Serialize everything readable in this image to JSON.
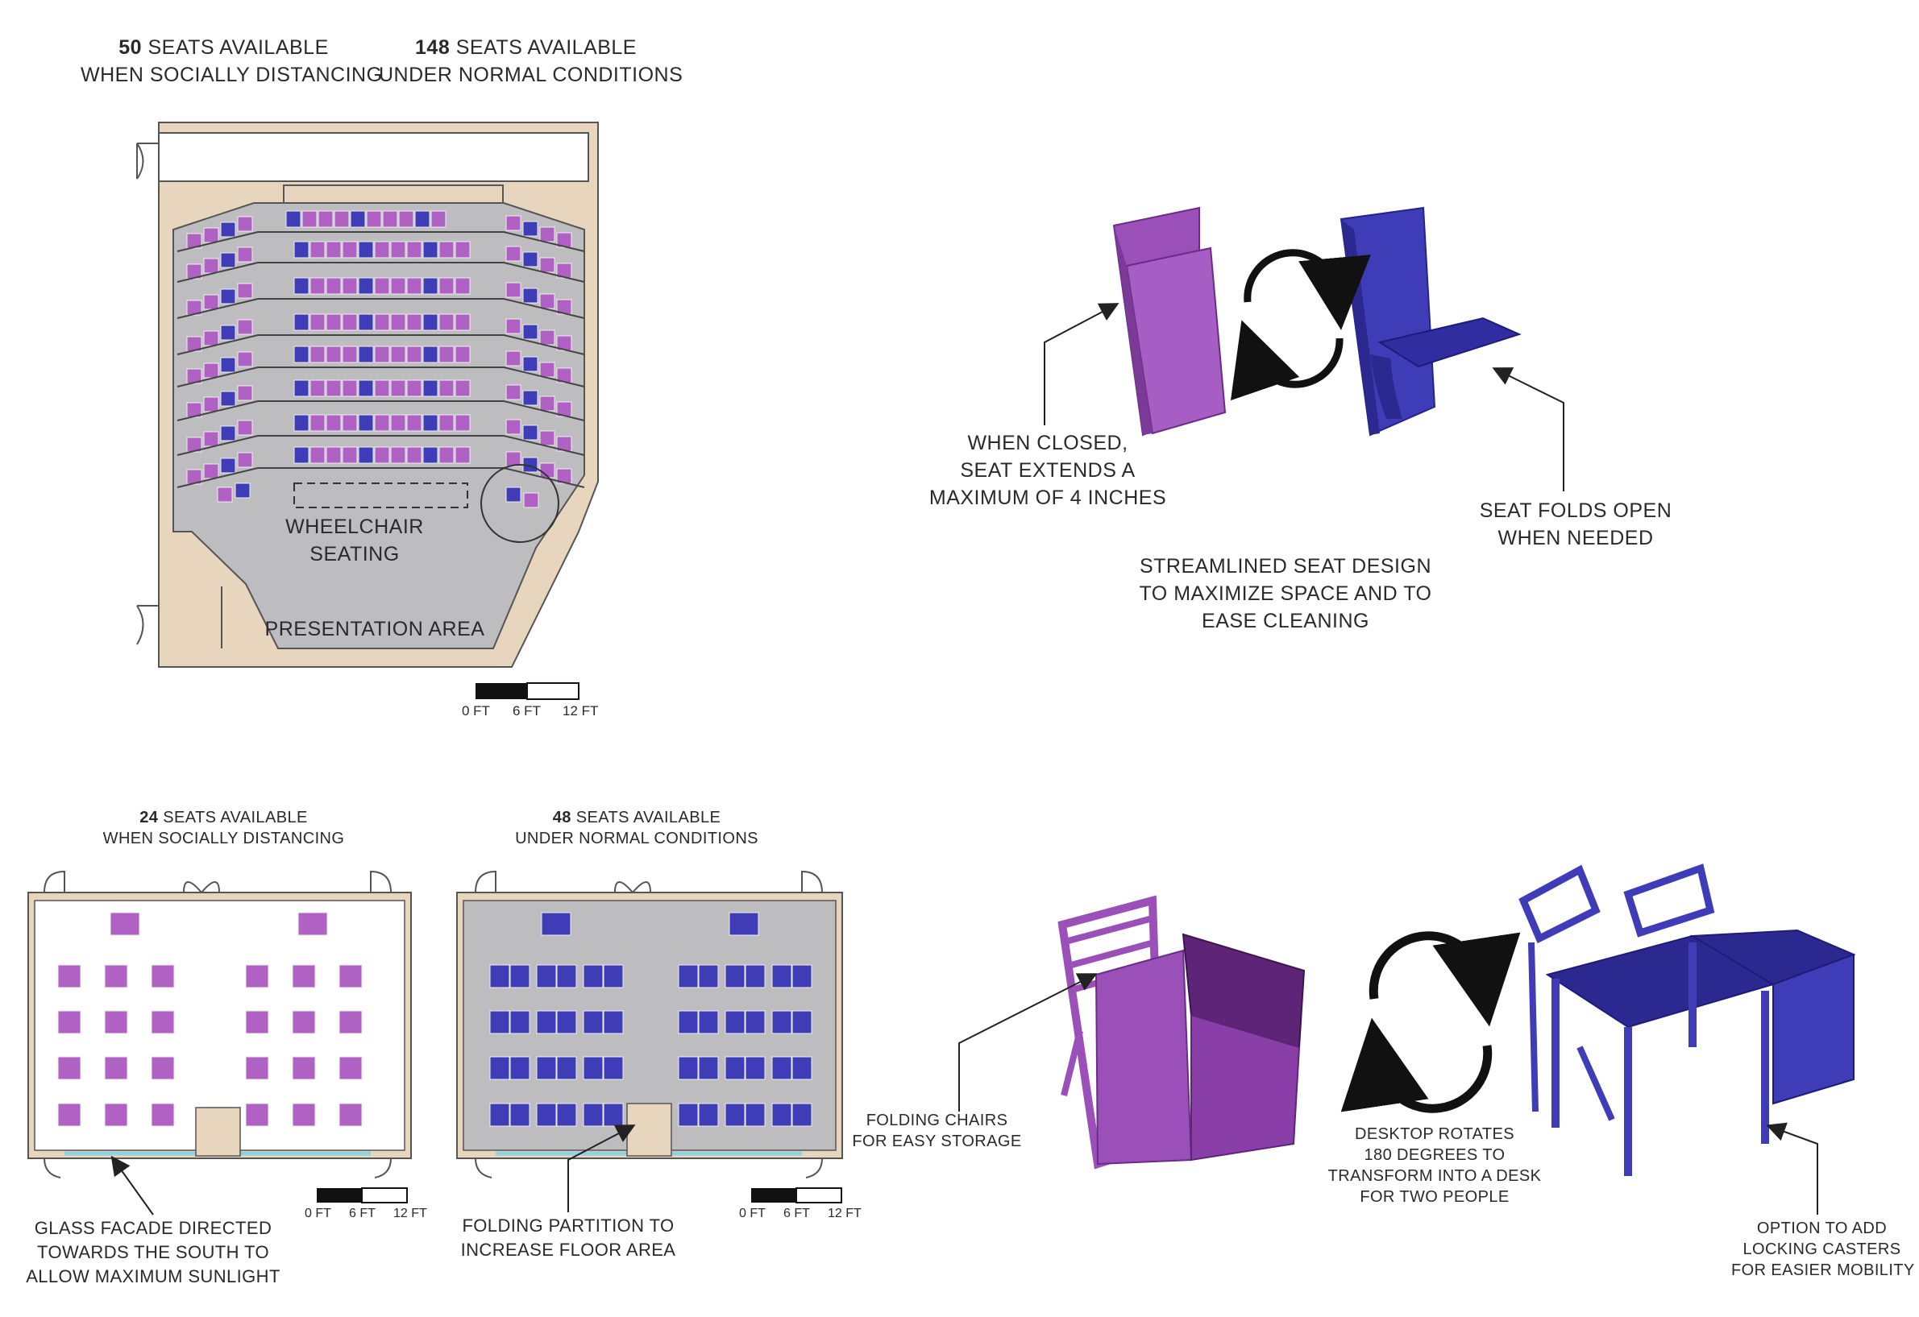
{
  "auditorium": {
    "social": {
      "count": "50",
      "text": " SEATS AVAILABLE",
      "line2": "WHEN SOCIALLY DISTANCING"
    },
    "normal": {
      "count": "148",
      "text": " SEATS AVAILABLE",
      "line2": "UNDER NORMAL CONDITIONS"
    },
    "wheelchair": "WHEELCHAIR\nSEATING",
    "presentation": "PRESENTATION AREA",
    "scale": [
      "0 FT",
      "6 FT",
      "12 FT"
    ]
  },
  "seat_design": {
    "closed_note": "WHEN CLOSED,\nSEAT EXTENDS A\nMAXIMUM OF 4 INCHES",
    "open_note": "SEAT FOLDS OPEN\nWHEN NEEDED",
    "caption": "STREAMLINED SEAT DESIGN\nTO MAXIMIZE SPACE AND TO\nEASE CLEANING"
  },
  "classroom": {
    "social": {
      "count": "24",
      "text": " SEATS AVAILABLE",
      "line2": "WHEN SOCIALLY DISTANCING"
    },
    "normal": {
      "count": "48",
      "text": " SEATS AVAILABLE",
      "line2": "UNDER NORMAL CONDITIONS"
    },
    "glass_note": "GLASS FACADE DIRECTED\nTOWARDS THE SOUTH TO\nALLOW MAXIMUM SUNLIGHT",
    "partition_note": "FOLDING PARTITION TO\nINCREASE FLOOR AREA",
    "scale": [
      "0 FT",
      "6 FT",
      "12 FT"
    ]
  },
  "desk_design": {
    "folding_note": "FOLDING CHAIRS\nFOR EASY STORAGE",
    "rotate_note": "DESKTOP ROTATES\n180 DEGREES TO\nTRANSFORM INTO A DESK\nFOR TWO PEOPLE",
    "casters_note": "OPTION TO ADD\nLOCKING CASTERS\nFOR EASIER MOBILITY"
  },
  "colors": {
    "wall": "#e8d5bd",
    "floor": "#bdbdc0",
    "seat_purple": "#b061c4",
    "seat_blue": "#3e3cb6",
    "glass": "#8fd3e0"
  }
}
